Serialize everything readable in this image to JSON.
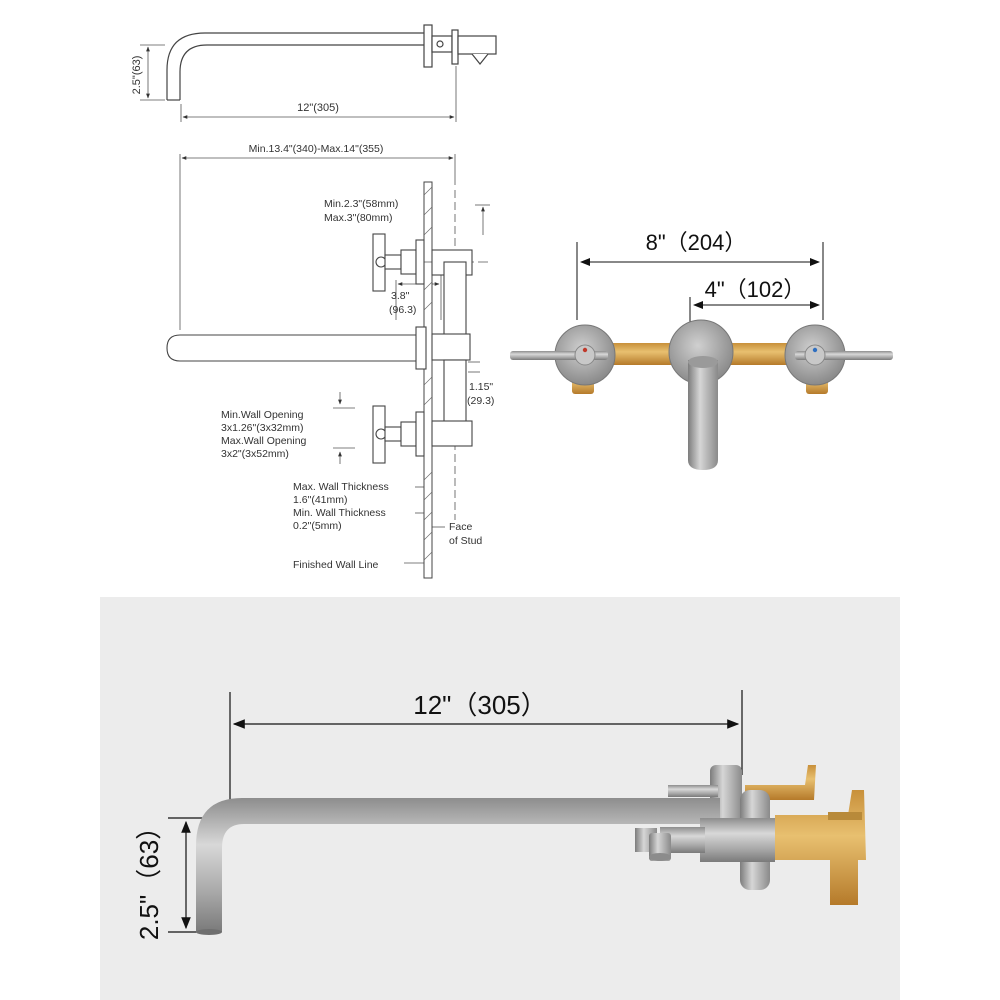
{
  "top_spout": {
    "height_label": "2.5\"(63)",
    "length_label": "12\"(305)"
  },
  "side_view": {
    "overall_label": "Min.13.4\"(340)-Max.14\"(355)",
    "depth_min": "Min.2.3\"(58mm)",
    "depth_max": "Max.3\"(80mm)",
    "spacing_label": "3.8\"",
    "spacing_mm": "(96.3)",
    "offset_label": "1.15\"",
    "offset_mm": "(29.3)",
    "wall_opening_min": "Min.Wall Opening",
    "wall_opening_min_size": "3x1.26\"(3x32mm)",
    "wall_opening_max": "Max.Wall Opening",
    "wall_opening_max_size": "3x2\"(3x52mm)",
    "wall_thick_max": "Max. Wall Thickness",
    "wall_thick_max_val": "1.6\"(41mm)",
    "wall_thick_min": "Min. Wall Thickness",
    "wall_thick_min_val": "0.2\"(5mm)",
    "face_label": "Face",
    "stud_label": "of Stud",
    "finished_wall": "Finished Wall Line"
  },
  "front_view": {
    "overall_width": "8\"（204）",
    "center_to_handle": "4\"（102）"
  },
  "photo": {
    "length_label": "12\"（305）",
    "height_label": "2.5\"（63）"
  },
  "colors": {
    "chrome": "#b8b8b8",
    "brass": "#d9a64e",
    "photo_bg": "#ececec"
  }
}
